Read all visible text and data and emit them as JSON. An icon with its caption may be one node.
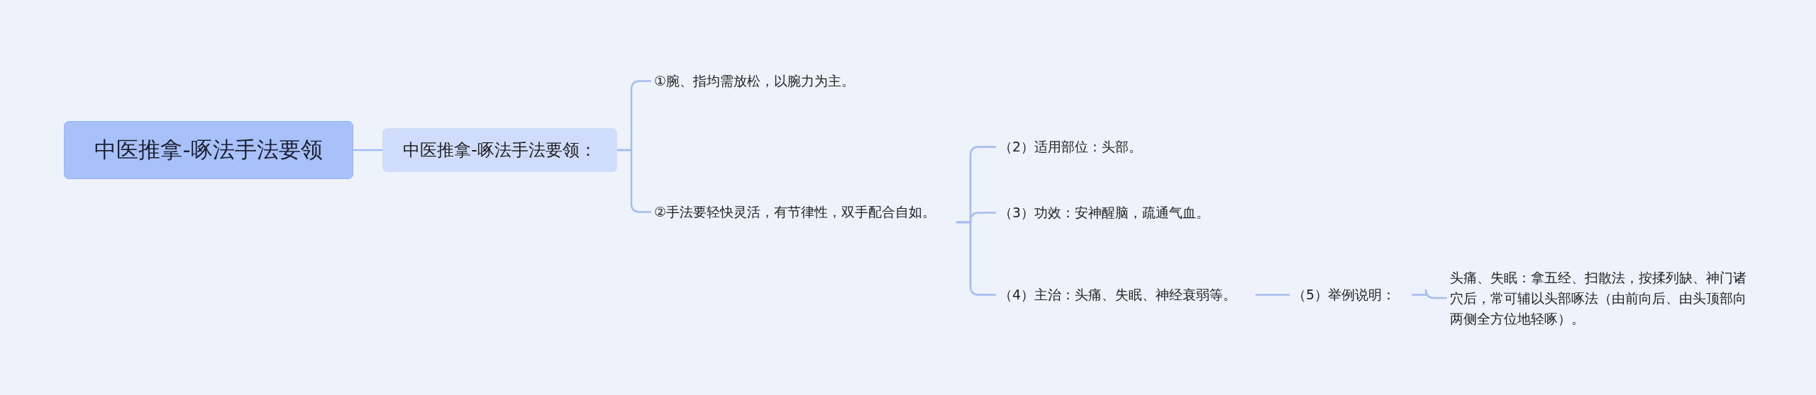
{
  "diagram": {
    "nodes": [
      {
        "text": [
          "中医推拿-啄法手法要领"
        ]
      },
      {
        "text": [
          "中医推拿-啄法手法要领："
        ]
      },
      {
        "text": [
          "①腕、指均需放松，以腕力为主。"
        ]
      },
      {
        "text": [
          "②手法要轻快灵活，有节律性，双手配合自如。"
        ]
      },
      {
        "text": [
          "（2）适用部位：头部。"
        ]
      },
      {
        "text": [
          "（3）功效：安神醒脑，疏通气血。"
        ]
      },
      {
        "text": [
          "（4）主治：头痛、失眠、神经衰弱等。"
        ]
      },
      {
        "text": [
          "（5）举例说明："
        ]
      },
      {
        "text": [
          "头痛、失眠：拿五经、扫散法，按揉列缺、神门诸穴后，常可辅以头部啄法（由前向后、由头顶部向两侧全方位地轻啄）。"
        ]
      }
    ],
    "edges": [
      {
        "from": 0,
        "to": 1,
        "arrow": "none"
      },
      {
        "from": 1,
        "to": 2,
        "arrow": "none"
      },
      {
        "from": 1,
        "to": 3,
        "arrow": "none"
      },
      {
        "from": 3,
        "to": 4,
        "arrow": "none"
      },
      {
        "from": 3,
        "to": 5,
        "arrow": "none"
      },
      {
        "from": 3,
        "to": 6,
        "arrow": "none"
      },
      {
        "from": 6,
        "to": 7,
        "arrow": "none"
      },
      {
        "from": 7,
        "to": 8,
        "arrow": "none"
      }
    ]
  }
}
